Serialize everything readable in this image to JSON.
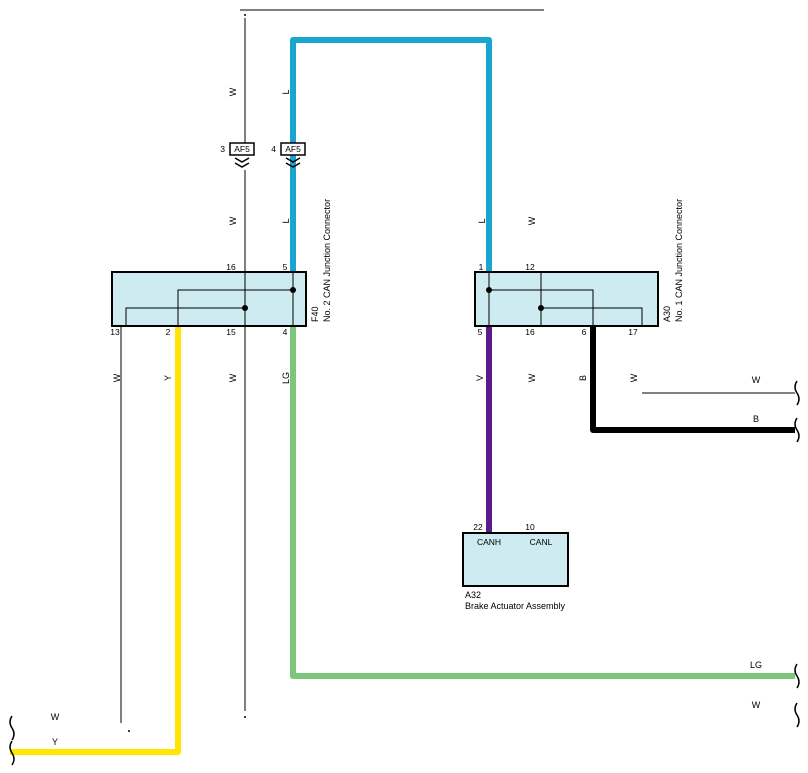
{
  "connectors": {
    "f40": {
      "id": "F40",
      "name": "No. 2 CAN Junction Connector",
      "pins_top": {
        "p16": "16",
        "p5": "5"
      },
      "pins_bottom": {
        "p13": "13",
        "p2": "2",
        "p15": "15",
        "p4": "4"
      }
    },
    "a30": {
      "id": "A30",
      "name": "No. 1 CAN Junction Connector",
      "pins_top": {
        "p1": "1",
        "p12": "12"
      },
      "pins_bottom": {
        "p5": "5",
        "p16": "16",
        "p6": "6",
        "p17": "17"
      }
    },
    "a32": {
      "id": "A32",
      "name": "Brake Actuator Assembly",
      "pins": {
        "p22": "22",
        "p10": "10"
      },
      "signals": {
        "canh": "CANH",
        "canl": "CANL"
      }
    },
    "af5": {
      "id": "AF5",
      "pin_w": "3",
      "pin_l": "4"
    }
  },
  "wire_labels": {
    "w": "W",
    "l": "L",
    "y": "Y",
    "lg": "LG",
    "v": "V",
    "b": "B"
  },
  "wire_colors": {
    "W": "#000000",
    "L": "#1AA5CF",
    "Y": "#FFE600",
    "LG": "#7CC57C",
    "V": "#5C1A8A",
    "B": "#000000",
    "connector_fill": "#CDEBF0"
  }
}
